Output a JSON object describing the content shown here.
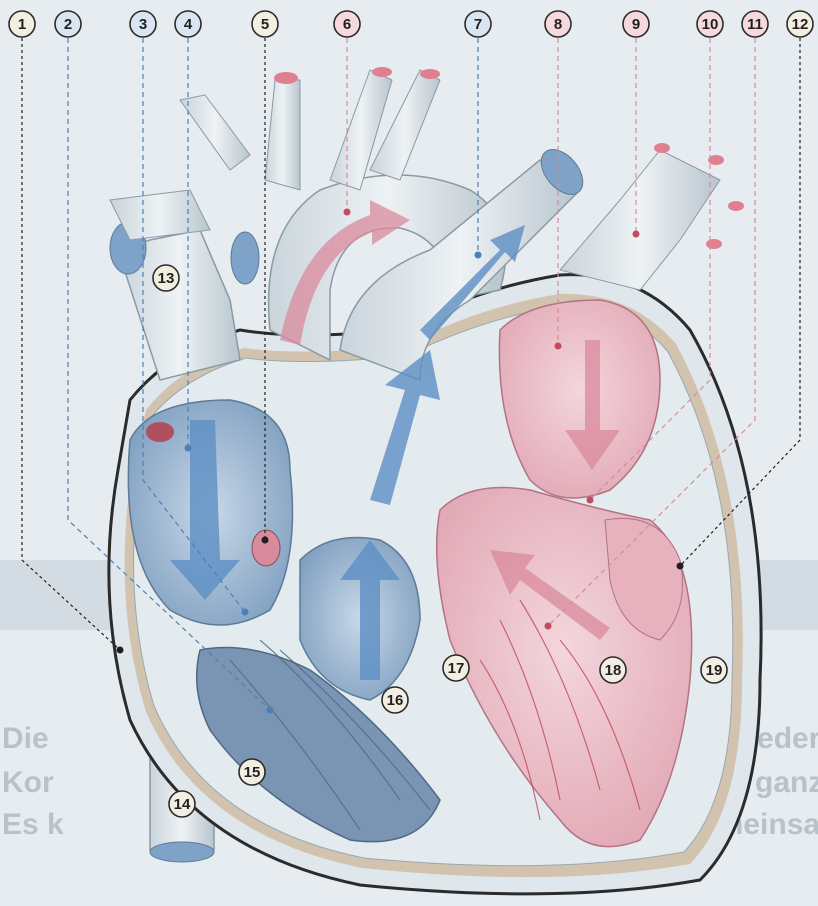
{
  "labels": {
    "l1": "1",
    "l2": "2",
    "l3": "3",
    "l4": "4",
    "l5": "5",
    "l6": "6",
    "l7": "7",
    "l8": "8",
    "l9": "9",
    "l10": "10",
    "l11": "11",
    "l12": "12",
    "l13": "13",
    "l14": "14",
    "l15": "15",
    "l16": "16",
    "l17": "17",
    "l18": "18",
    "l19": "19"
  },
  "background_text": {
    "line1": "Die",
    "line2": "Kor",
    "line3": "Es k",
    "right1": "dass jeder",
    "right2": "rten ganz",
    "right3": "emeinsa"
  },
  "colors": {
    "oxygen_poor": "#5d8fc4",
    "oxygen_rich": "#d98a9c",
    "tissue": "#dfe7ec",
    "outline": "#2b2b2b"
  }
}
